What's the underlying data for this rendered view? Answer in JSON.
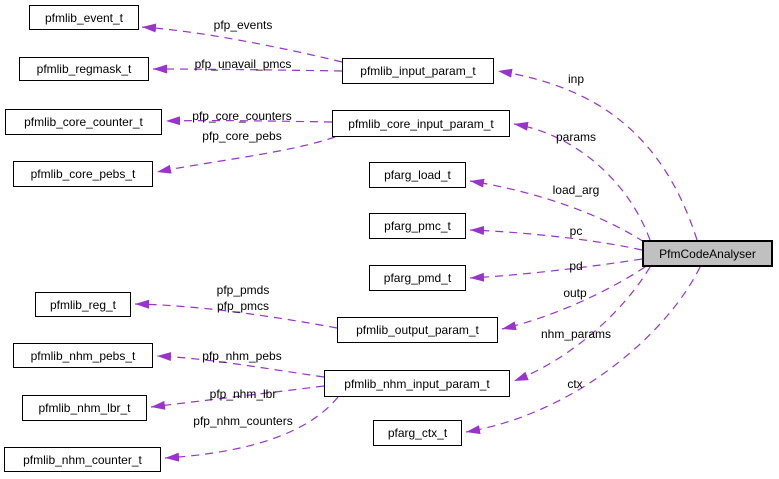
{
  "diagram": {
    "type": "collaboration-graph",
    "background_color": "#ffffff",
    "edge_color": "#9a32cd",
    "node_fill_color": "#ffffff",
    "node_border_color": "#000000",
    "highlight_node_fill_color": "#c0c0c0",
    "text_color": "#000000"
  },
  "nodes": {
    "pfmlib_event_t": {
      "label": "pfmlib_event_t"
    },
    "pfmlib_regmask_t": {
      "label": "pfmlib_regmask_t"
    },
    "pfmlib_core_counter_t": {
      "label": "pfmlib_core_counter_t"
    },
    "pfmlib_core_pebs_t": {
      "label": "pfmlib_core_pebs_t"
    },
    "pfmlib_reg_t": {
      "label": "pfmlib_reg_t"
    },
    "pfmlib_nhm_pebs_t": {
      "label": "pfmlib_nhm_pebs_t"
    },
    "pfmlib_nhm_lbr_t": {
      "label": "pfmlib_nhm_lbr_t"
    },
    "pfmlib_nhm_counter_t": {
      "label": "pfmlib_nhm_counter_t"
    },
    "pfmlib_input_param_t": {
      "label": "pfmlib_input_param_t"
    },
    "pfmlib_core_input_param_t": {
      "label": "pfmlib_core_input_param_t"
    },
    "pfarg_load_t": {
      "label": "pfarg_load_t"
    },
    "pfarg_pmc_t": {
      "label": "pfarg_pmc_t"
    },
    "pfarg_pmd_t": {
      "label": "pfarg_pmd_t"
    },
    "pfmlib_output_param_t": {
      "label": "pfmlib_output_param_t"
    },
    "pfmlib_nhm_input_param_t": {
      "label": "pfmlib_nhm_input_param_t"
    },
    "pfarg_ctx_t": {
      "label": "pfarg_ctx_t"
    },
    "PfmCodeAnalyser": {
      "label": "PfmCodeAnalyser"
    }
  },
  "edge_labels": {
    "pfp_events": "pfp_events",
    "pfp_unavail_pmcs": "pfp_unavail_pmcs",
    "pfp_core_counters": "pfp_core_counters",
    "pfp_core_pebs": "pfp_core_pebs",
    "inp": "inp",
    "params": "params",
    "load_arg": "load_arg",
    "pc": "pc",
    "pd": "pd",
    "outp": "outp",
    "pfp_pmds": "pfp_pmds",
    "pfp_pmcs": "pfp_pmcs",
    "nhm_params": "nhm_params",
    "pfp_nhm_pebs": "pfp_nhm_pebs",
    "pfp_nhm_lbr": "pfp_nhm_lbr",
    "pfp_nhm_counters": "pfp_nhm_counters",
    "ctx": "ctx"
  },
  "relations": [
    {
      "from": "PfmCodeAnalyser",
      "to": "pfmlib_input_param_t",
      "label": "inp"
    },
    {
      "from": "pfmlib_input_param_t",
      "to": "pfmlib_event_t",
      "label": "pfp_events"
    },
    {
      "from": "pfmlib_input_param_t",
      "to": "pfmlib_regmask_t",
      "label": "pfp_unavail_pmcs"
    },
    {
      "from": "PfmCodeAnalyser",
      "to": "pfmlib_core_input_param_t",
      "label": "params"
    },
    {
      "from": "pfmlib_core_input_param_t",
      "to": "pfmlib_core_counter_t",
      "label": "pfp_core_counters"
    },
    {
      "from": "pfmlib_core_input_param_t",
      "to": "pfmlib_core_pebs_t",
      "label": "pfp_core_pebs"
    },
    {
      "from": "PfmCodeAnalyser",
      "to": "pfarg_load_t",
      "label": "load_arg"
    },
    {
      "from": "PfmCodeAnalyser",
      "to": "pfarg_pmc_t",
      "label": "pc"
    },
    {
      "from": "PfmCodeAnalyser",
      "to": "pfarg_pmd_t",
      "label": "pd"
    },
    {
      "from": "PfmCodeAnalyser",
      "to": "pfmlib_output_param_t",
      "label": "outp"
    },
    {
      "from": "pfmlib_output_param_t",
      "to": "pfmlib_reg_t",
      "label": "pfp_pmds pfp_pmcs"
    },
    {
      "from": "PfmCodeAnalyser",
      "to": "pfmlib_nhm_input_param_t",
      "label": "nhm_params"
    },
    {
      "from": "pfmlib_nhm_input_param_t",
      "to": "pfmlib_nhm_pebs_t",
      "label": "pfp_nhm_pebs"
    },
    {
      "from": "pfmlib_nhm_input_param_t",
      "to": "pfmlib_nhm_lbr_t",
      "label": "pfp_nhm_lbr"
    },
    {
      "from": "pfmlib_nhm_input_param_t",
      "to": "pfmlib_nhm_counter_t",
      "label": "pfp_nhm_counters"
    },
    {
      "from": "PfmCodeAnalyser",
      "to": "pfarg_ctx_t",
      "label": "ctx"
    }
  ]
}
